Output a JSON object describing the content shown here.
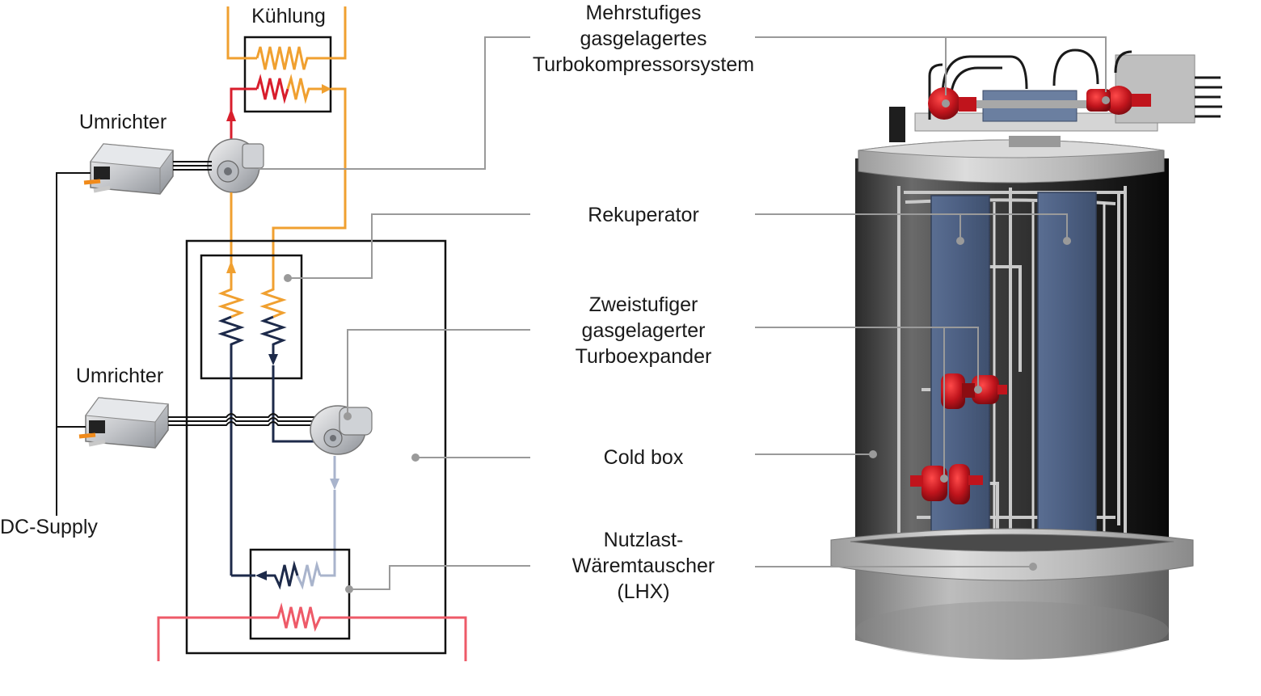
{
  "colors": {
    "hot_gas": "#f0a030",
    "hot_gas_inlet": "#d81e2c",
    "cold_gas": "#1d2a4a",
    "expanded_gas": "#a9b4cc",
    "load_loop": "#ee5a68",
    "leader_line": "#9a9a9a",
    "box_outline": "#111111",
    "turbomachine_red": "#c0141c",
    "recuperator_blue": "#4c5f82"
  },
  "schematic": {
    "cooling_label": "Kühlung",
    "inverter_top_label": "Umrichter",
    "inverter_bottom_label": "Umrichter",
    "dc_supply_label": "DC-Supply"
  },
  "callouts": {
    "compressor": [
      "Mehrstufiges",
      "gasgelagertes",
      "Turbokompressorsystem"
    ],
    "recuperator": [
      "Rekuperator"
    ],
    "expander": [
      "Zweistufiger",
      "gasgelagerter",
      "Turboexpander"
    ],
    "cold_box": [
      "Cold box"
    ],
    "lhx": [
      "Nutzlast-",
      "Wäremtauscher",
      "(LHX)"
    ]
  }
}
